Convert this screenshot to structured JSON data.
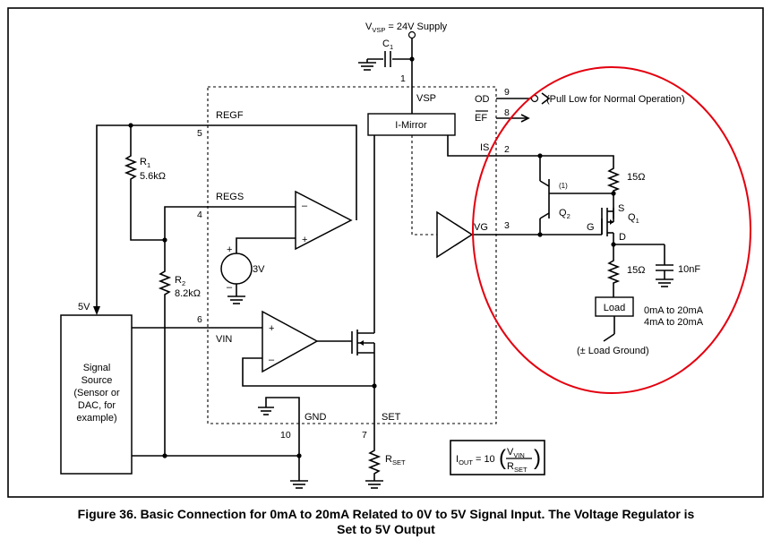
{
  "supply": {
    "label_v": "V",
    "label_sub": "VSP",
    "label_rest": " = 24V Supply"
  },
  "caps": {
    "c1": "C",
    "c1_sub": "1",
    "c_out": "10nF"
  },
  "pins": {
    "p1": "1",
    "p2": "2",
    "p3": "3",
    "p4": "4",
    "p5": "5",
    "p6": "6",
    "p7": "7",
    "p8": "8",
    "p9": "9",
    "p10": "10"
  },
  "ic_labels": {
    "vsp": "VSP",
    "od": "OD",
    "ef": "EF",
    "is": "IS",
    "vg": "VG",
    "regf": "REGF",
    "regs": "REGS",
    "vin": "VIN",
    "gnd": "GND",
    "set": "SET",
    "imirror": "I-Mirror"
  },
  "od_note": "(Pull Low for Normal Operation)",
  "resistors": {
    "r1": "R",
    "r1_sub": "1",
    "r1_val": "5.6kΩ",
    "r2": "R",
    "r2_sub": "2",
    "r2_val": "8.2kΩ",
    "rset": "R",
    "rset_sub": "SET",
    "r15a": "15Ω",
    "r15b": "15Ω"
  },
  "source_3v": "3V",
  "plus": "+",
  "minus": "–",
  "five_v": "5V",
  "signal_source": [
    "Signal",
    "Source",
    "(Sensor or",
    "DAC, for",
    "example)"
  ],
  "transistors": {
    "q1": "Q",
    "q1_sub": "1",
    "q2": "Q",
    "q2_sub": "2",
    "note1": "(1)",
    "s": "S",
    "g": "G",
    "d": "D"
  },
  "load": {
    "label": "Load",
    "range1": "0mA to 20mA",
    "range2": "4mA to 20mA",
    "ground_note": "(± Load Ground)"
  },
  "formula": {
    "lhs": "I",
    "lhs_sub": "OUT",
    "eq": " = 10",
    "num": "V",
    "num_sub": "VIN",
    "den": "R",
    "den_sub": "SET"
  },
  "caption": {
    "line1": "Figure 36.  Basic Connection for 0mA to 20mA Related to 0V to 5V Signal Input. The Voltage Regulator is",
    "line2": "Set to 5V Output"
  },
  "colors": {
    "highlight": "#e3000f",
    "frame": "#000000"
  }
}
